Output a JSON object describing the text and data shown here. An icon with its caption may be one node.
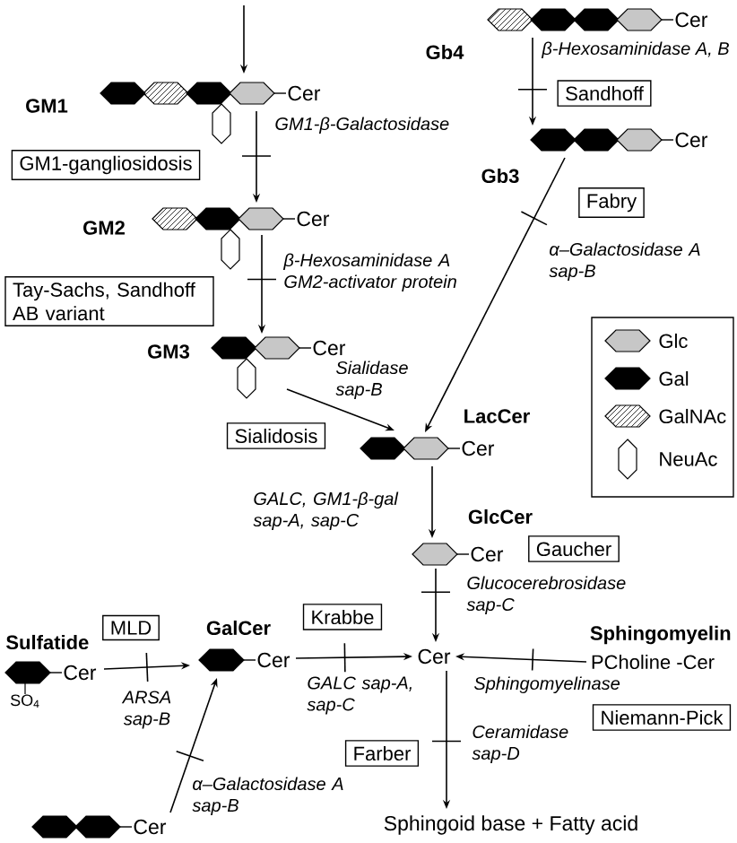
{
  "diagram": {
    "nodes": [
      {
        "text": [
          "Cer"
        ],
        "beside": [
          "GM1"
        ]
      },
      {
        "text": [
          "Cer"
        ],
        "beside": [
          "Gb4"
        ]
      },
      {
        "text": [
          "Sandhoff"
        ]
      },
      {
        "text": [
          "GM1-gangliosidosis"
        ]
      },
      {
        "text": [
          "Cer"
        ],
        "beside": [
          "Gb3"
        ]
      },
      {
        "text": [
          "Fabry"
        ]
      },
      {
        "text": [
          "Cer"
        ],
        "beside": [
          "GM2"
        ]
      },
      {
        "text": [
          "Tay-Sachs, Sandhoff AB variant"
        ]
      },
      {
        "text": [
          "Cer"
        ],
        "beside": [
          "GM3"
        ]
      },
      {
        "text": [
          "Sialidosis"
        ]
      },
      {
        "text": [
          "Cer"
        ],
        "beside": [
          "LacCer"
        ]
      },
      {
        "text": [
          "Cer"
        ],
        "beside": [
          "GlcCer"
        ]
      },
      {
        "text": [
          "Gaucher"
        ]
      },
      {
        "text": [
          "PCholine -Cer"
        ],
        "beside": [
          "Sphingomyelin"
        ]
      },
      {
        "text": [
          "Cer",
          "SO$_{4}$"
        ],
        "beside": [
          "Sulfatide"
        ]
      },
      {
        "text": [
          "MLD"
        ]
      },
      {
        "text": [
          "Cer"
        ],
        "beside": [
          "GalCer"
        ]
      },
      {
        "text": [
          "Krabbe"
        ]
      },
      {
        "text": [
          "Cer"
        ]
      },
      {
        "text": [
          "Niemann-Pick"
        ]
      },
      {
        "text": [
          "Farber"
        ]
      },
      {
        "text": [
          "Cer"
        ]
      },
      {
        "text": [
          "Sphingoid base + Fatty acid"
        ]
      }
    ],
    "edges": [
      {
        "from": null,
        "to": 0,
        "arrow": "to"
      },
      {
        "from": 0,
        "to": 6,
        "arrow": "to",
        "label": "GM1-β-Galactosidase"
      },
      {
        "from": 1,
        "to": 4,
        "arrow": "to",
        "label": "β-Hexosaminidase A, B"
      },
      {
        "from": 6,
        "to": 8,
        "arrow": "to",
        "label": "β-Hexosaminidase A GM2-activator protein"
      },
      {
        "from": 4,
        "to": 10,
        "arrow": "to",
        "label": "α–Galactosidase A sap-B"
      },
      {
        "from": 8,
        "to": 10,
        "arrow": "to",
        "label": "Sialidase sap-B"
      },
      {
        "from": 10,
        "to": 11,
        "arrow": "to",
        "label": "GALC, GM1-β-gal sap-A, sap-C"
      },
      {
        "from": 11,
        "to": 18,
        "arrow": "to",
        "label": "Glucocerebrosidase sap-C"
      },
      {
        "from": 13,
        "to": 18,
        "arrow": "to",
        "label": "Sphingomyelinase"
      },
      {
        "from": 14,
        "to": 16,
        "arrow": "to",
        "label": "ARSA sap-B"
      },
      {
        "from": 16,
        "to": 18,
        "arrow": "to",
        "label": "GALC sap-A, sap-C"
      },
      {
        "from": 21,
        "to": 16,
        "arrow": "to",
        "label": "α–Galactosidase A sap-B"
      },
      {
        "from": 18,
        "to": 22,
        "arrow": "to",
        "label": "Ceramidase sap-D"
      }
    ],
    "legend": [
      {
        "text": "Glc"
      },
      {
        "text": "Gal"
      },
      {
        "text": "GalNAc"
      },
      {
        "text": "NeuAc"
      }
    ]
  }
}
